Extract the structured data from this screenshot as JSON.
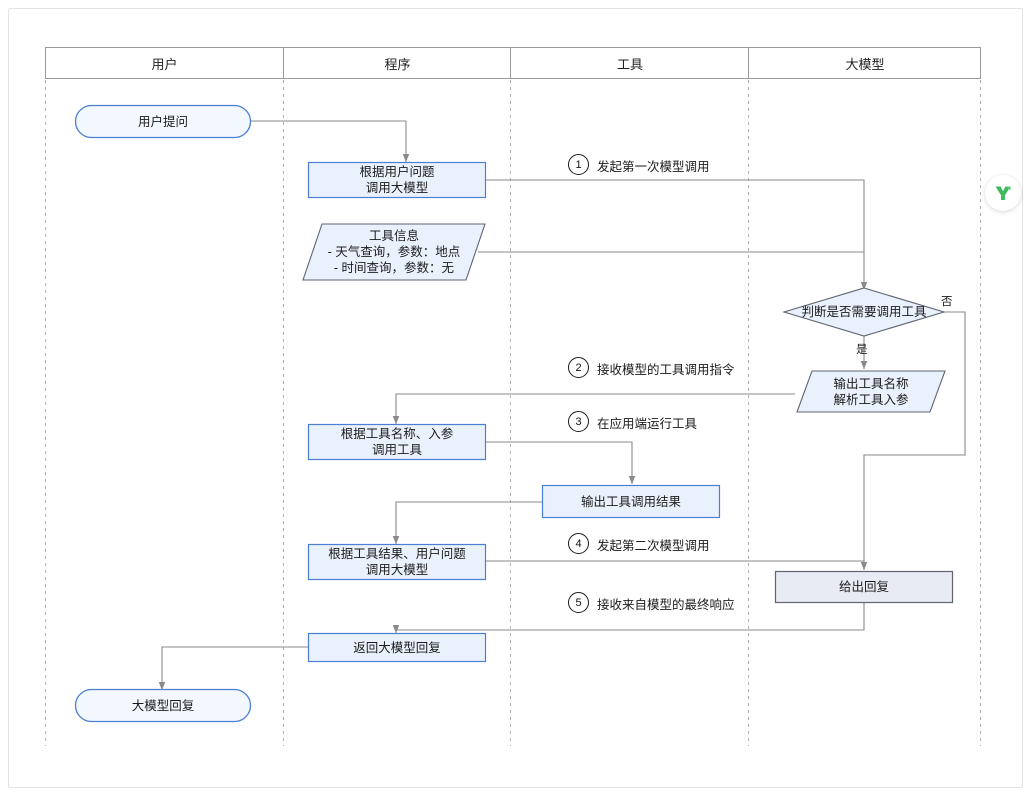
{
  "diagram": {
    "title": "LLM tool-calling swimlane flowchart",
    "lanes": [
      {
        "label": "用户"
      },
      {
        "label": "程序"
      },
      {
        "label": "工具"
      },
      {
        "label": "大模型"
      }
    ],
    "colors": {
      "node_fill": "#e9f1fd",
      "node_stroke": "#4a7fd4",
      "alt_fill": "#e8eaf4",
      "alt_stroke": "#5f6470",
      "connector": "#8a8a8a",
      "lane_divider": "#b5b5b5",
      "header_border": "#9a9a9a",
      "watermark": "#3cba5c",
      "text": "#1c1c1c"
    },
    "nodes": {
      "start": {
        "label": "用户提问",
        "shape": "stadium"
      },
      "call_model_1": {
        "label": "根据用户问题\n调用大模型",
        "shape": "rect"
      },
      "tool_info": {
        "label": "工具信息\n- 天气查询，参数：地点\n- 时间查询，参数：无",
        "shape": "parallelogram"
      },
      "decision": {
        "label": "判断是否需要调用工具",
        "shape": "diamond"
      },
      "output_tool_name": {
        "label": "输出工具名称\n解析工具入参",
        "shape": "parallelogram"
      },
      "call_tool": {
        "label": "根据工具名称、入参\n调用工具",
        "shape": "rect"
      },
      "tool_result": {
        "label": "输出工具调用结果",
        "shape": "rect"
      },
      "call_model_2": {
        "label": "根据工具结果、用户问题\n调用大模型",
        "shape": "rect"
      },
      "give_reply": {
        "label": "给出回复",
        "shape": "rect"
      },
      "return_reply": {
        "label": "返回大模型回复",
        "shape": "rect"
      },
      "end": {
        "label": "大模型回复",
        "shape": "stadium"
      }
    },
    "branch_labels": {
      "yes": "是",
      "no": "否"
    },
    "steps": [
      {
        "num": "1",
        "label": "发起第一次模型调用"
      },
      {
        "num": "2",
        "label": "接收模型的工具调用指令"
      },
      {
        "num": "3",
        "label": "在应用端运行工具"
      },
      {
        "num": "4",
        "label": "发起第二次模型调用"
      },
      {
        "num": "5",
        "label": "接收来自模型的最终响应"
      }
    ],
    "watermark": {
      "glyph": "Y"
    }
  }
}
